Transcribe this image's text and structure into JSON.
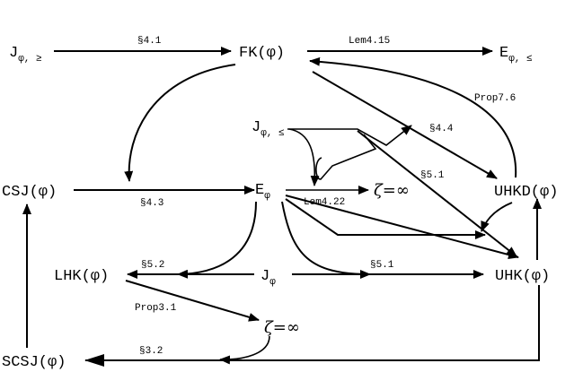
{
  "nodes": {
    "J_ge": {
      "main": "J",
      "sub": "φ, ≥"
    },
    "FK": {
      "text": "FK(φ)"
    },
    "E_le": {
      "main": "E",
      "sub": "φ, ≤"
    },
    "J_le": {
      "main": "J",
      "sub": "φ, ≤"
    },
    "CSJ": {
      "text": "CSJ(φ)"
    },
    "E_phi": {
      "main": "E",
      "sub": "φ"
    },
    "zeta_top": {
      "text": "ζ=∞"
    },
    "UHKD": {
      "text": "UHKD(φ)"
    },
    "LHK": {
      "text": "LHK(φ)"
    },
    "J_phi": {
      "main": "J",
      "sub": "φ"
    },
    "UHK": {
      "text": "UHK(φ)"
    },
    "zeta_bottom": {
      "text": "ζ=∞"
    },
    "SCSJ": {
      "text": "SCSJ(φ)"
    }
  },
  "edge_labels": {
    "s4_1": "§4.1",
    "lem4_15": "Lem4.15",
    "prop7_6": "Prop7.6",
    "s4_4": "§4.4",
    "s5_1_diag": "§5.1",
    "s4_3": "§4.3",
    "lem4_22": "Lem4.22",
    "s5_2": "§5.2",
    "s5_1": "§5.1",
    "prop3_1": "Prop3.1",
    "s3_2": "§3.2"
  }
}
